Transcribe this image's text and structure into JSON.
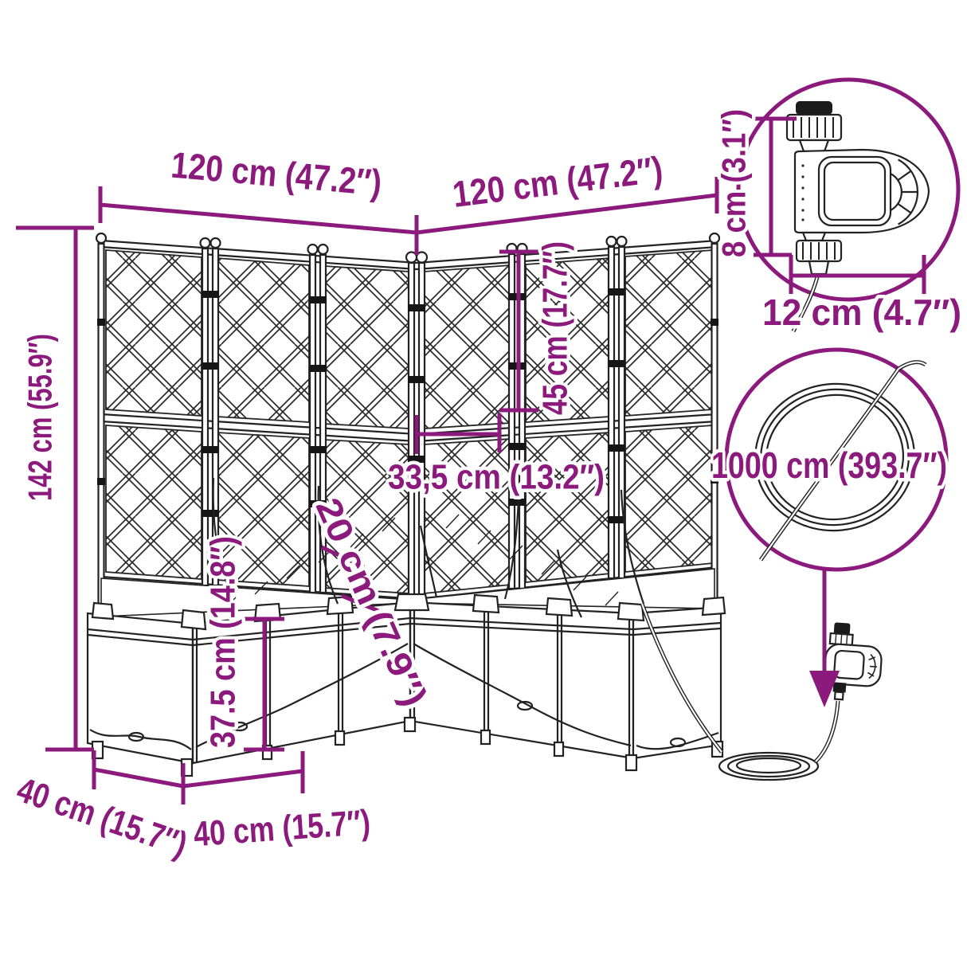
{
  "diagram": {
    "kind": "product-dimension-diagram",
    "subject": "corner garden planter with trellis, drip hose and water timer",
    "colors": {
      "dimension_accent": "#8b1a7c",
      "line_art": "#222222",
      "background": "#ffffff"
    },
    "dimensions": {
      "left_length": "120 cm (47.2″)",
      "right_length": "120 cm (47.2″)",
      "total_height": "142 cm (55.9″)",
      "trellis_section_height": "45 cm (17.7″)",
      "lattice_width": "33,5 cm (13.2″)",
      "planting_depth": "20 cm (7.9″)",
      "box_height": "37.5 cm (14.8″)",
      "left_depth": "40 cm (15.7″)",
      "right_depth": "40 cm (15.7″)",
      "timer_height": "8 cm (3.1″)",
      "timer_width": "12 cm (4.7″)",
      "hose_length": "1000 cm (393.7″)"
    }
  }
}
